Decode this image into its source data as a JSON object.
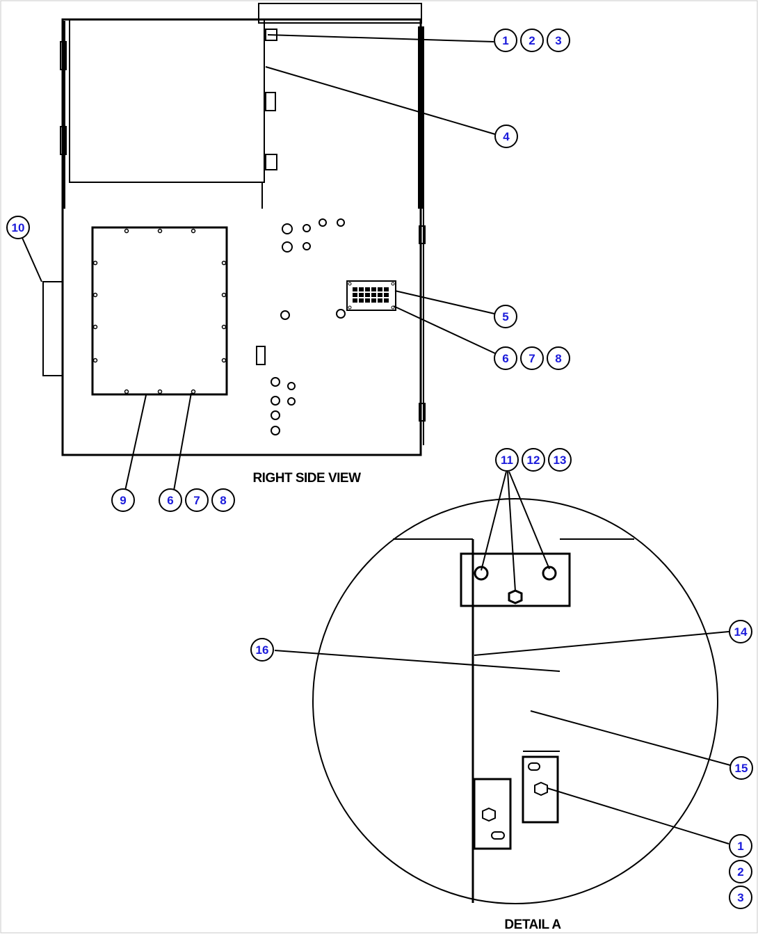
{
  "views": {
    "right_side_caption": "RIGHT SIDE VIEW",
    "detail_caption": "DETAIL A"
  },
  "callouts": {
    "c1a": "1",
    "c2a": "2",
    "c3a": "3",
    "c4": "4",
    "c5": "5",
    "c6a": "6",
    "c7a": "7",
    "c8a": "8",
    "c9": "9",
    "c6b": "6",
    "c7b": "7",
    "c8b": "8",
    "c10": "10",
    "c11": "11",
    "c12": "12",
    "c13": "13",
    "c14": "14",
    "c15": "15",
    "c16": "16",
    "c1b": "1",
    "c2b": "2",
    "c3b": "3"
  },
  "colors": {
    "callout_text": "#1a1adb",
    "line": "#000000",
    "background": "#ffffff"
  }
}
